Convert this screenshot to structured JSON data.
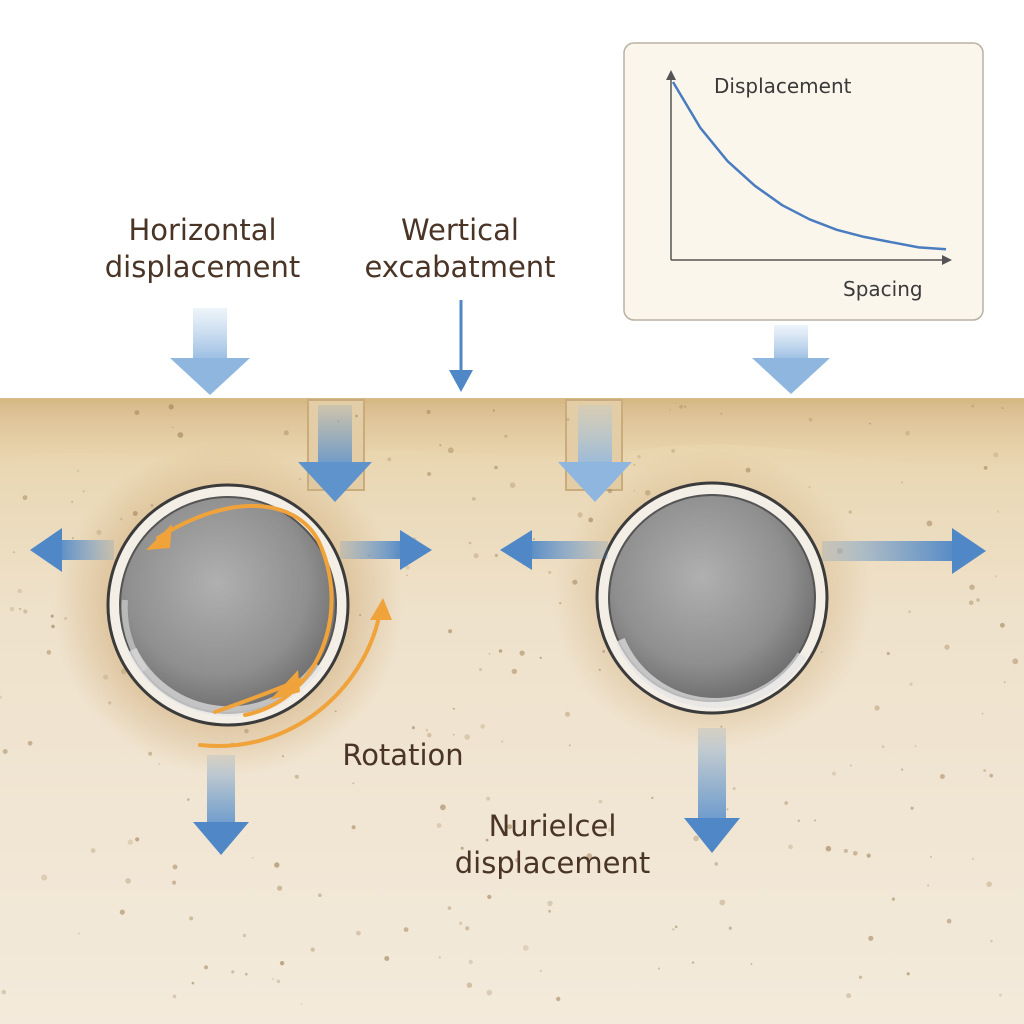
{
  "labels": {
    "horizontal_displacement": {
      "line1": "Horizontal",
      "line2": "displacement"
    },
    "vertical_excavation": {
      "line1": "Wertical",
      "line2": "excabatment"
    },
    "rotation": "Rotation",
    "nurielcel_displacement": {
      "line1": "Nurielcel",
      "line2": "displacement"
    }
  },
  "inset_chart": {
    "ylabel": "Displacement",
    "xlabel": "Spacing"
  },
  "colors": {
    "soil": "#efe2cc",
    "soil_dark": "#d9b98a",
    "arrow_blue": "#4f87c7",
    "rotation_orange": "#f0a33a",
    "pipe_interior": "#9a9a9a",
    "text": "#4a3426",
    "curve": "#4a7cc0"
  },
  "chart_data": {
    "type": "line",
    "xlabel": "Spacing",
    "ylabel": "Displacement",
    "series": [
      {
        "x": [
          0,
          1,
          2,
          3,
          4,
          5,
          6,
          7,
          8,
          9,
          10
        ],
        "values": [
          100,
          74,
          55,
          41,
          30,
          22,
          16,
          12,
          9,
          6,
          5
        ]
      }
    ]
  }
}
